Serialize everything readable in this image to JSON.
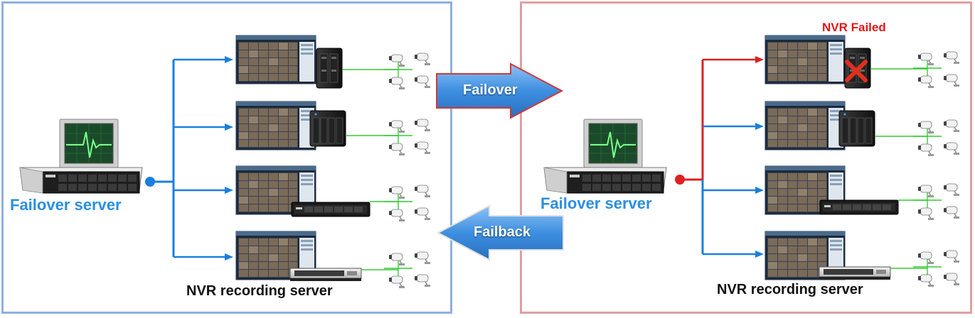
{
  "left_panel": {
    "failover_server_label": "Failover server",
    "nvr_label": "NVR recording server"
  },
  "right_panel": {
    "failover_server_label": "Failover server",
    "nvr_label": "NVR recording server",
    "failed_label": "NVR Failed"
  },
  "arrows": {
    "failover_label": "Failover",
    "failback_label": "Failback"
  },
  "colors": {
    "link_blue": "#1a7fe0",
    "link_red": "#e02020",
    "camera_link_green": "#33cc33",
    "failed_mark": "#e03020"
  }
}
